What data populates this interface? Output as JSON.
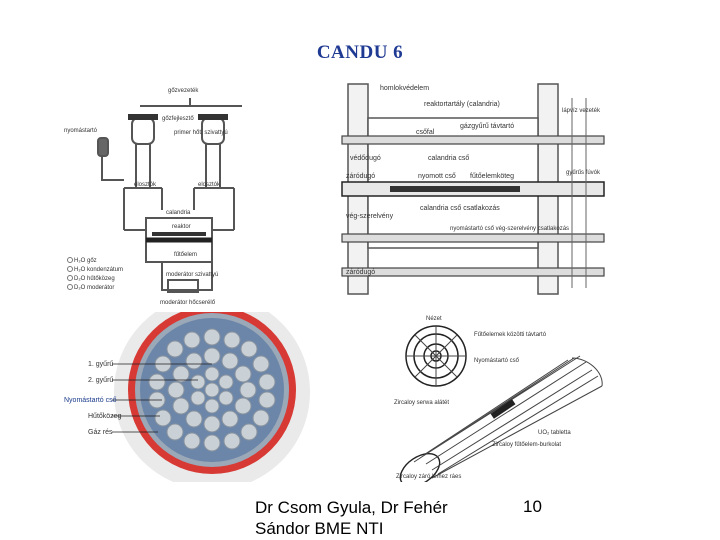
{
  "slide": {
    "title": "CANDU 6",
    "footer": "Dr Csom Gyula, Dr Fehér Sándor BME NTI",
    "page_number": "10"
  },
  "circuit": {
    "labels": [
      "gőzvezeték",
      "gőzfejlesztő",
      "primer hőt. szivattyú",
      "nyomástartó",
      "elosztók",
      "elosztók",
      "calandria",
      "reaktor",
      "fűtőelem",
      "moderátor szivattyú",
      "moderátor hőcserélő"
    ],
    "legend": [
      "H₂O gőz",
      "H₂O kondenzátum",
      "D₂O hűtőközeg",
      "D₂O moderátor"
    ]
  },
  "reactor": {
    "labels": [
      "homlokvédelem",
      "reaktortartály (calandria)",
      "lápvíz vezeték",
      "gázgyűrű távtartó",
      "csőfal",
      "calandria cső",
      "védődugó",
      "nyomott cső",
      "fűtőelemköteg",
      "gyűrűs fúvók",
      "záródugó",
      "calandria cső csatlakozás",
      "vég-szerelvény",
      "nyomástartó cső vég-szerelvény csatlakozás",
      "záródugó"
    ]
  },
  "cross_section": {
    "labels": [
      "1. gyűrű",
      "2. gyűrű",
      "Nyomástartó cső",
      "Hűtőközeg",
      "Gáz rés"
    ]
  },
  "bundle": {
    "labels": [
      "Nézet",
      "Fűtőelemek közötti távtartó",
      "Nyomástartó cső",
      "Zircaloy serwa alátét",
      "UO₂ tabletta",
      "Zircaloy fűtőelem-burkolat",
      "Zircaloy záró lemez ráes"
    ]
  }
}
